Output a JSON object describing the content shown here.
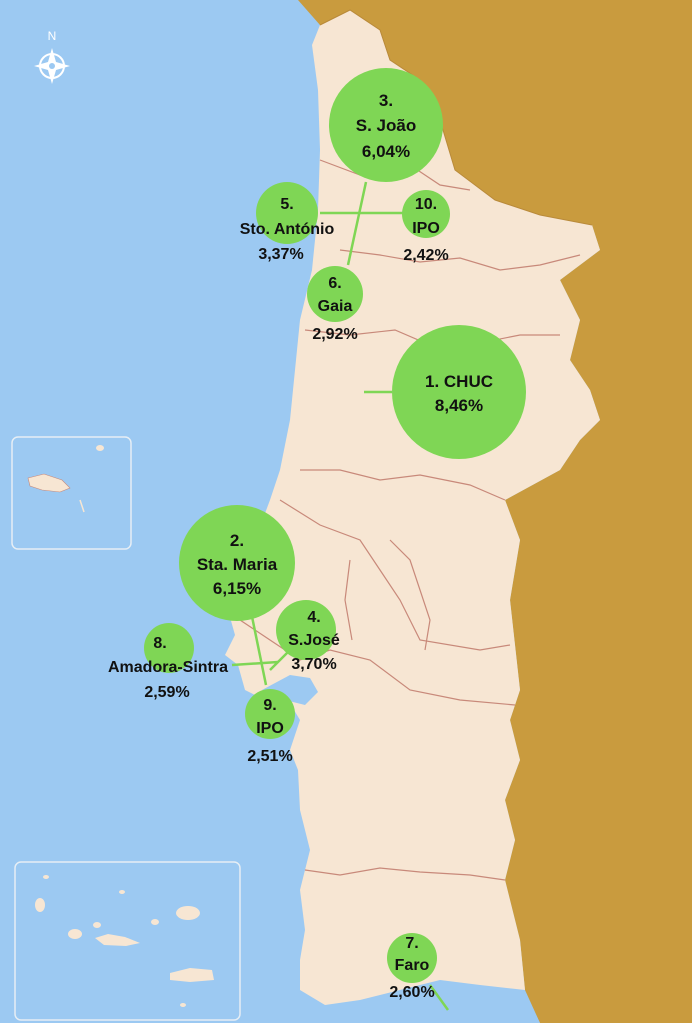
{
  "compass": {
    "north_label": "N",
    "icon": "compass-rose-icon"
  },
  "colors": {
    "sea": "#9cc9f2",
    "land_portugal": "#f7e6d3",
    "land_spain": "#c99b3e",
    "district_border": "#c8897a",
    "bubble": "#7fd655",
    "inset_frame": "#e6eef5"
  },
  "insets": {
    "madeira": "Madeira",
    "azores": "Açores"
  },
  "hospitals": [
    {
      "id": "chuc",
      "rank": "1. CHUC",
      "name": "",
      "pct": "8,46%",
      "share": 8.46
    },
    {
      "id": "sta-maria",
      "rank": "2.",
      "name": "Sta. Maria",
      "pct": "6,15%",
      "share": 6.15
    },
    {
      "id": "s-joao",
      "rank": "3.",
      "name": "S. João",
      "pct": "6,04%",
      "share": 6.04
    },
    {
      "id": "s-jose",
      "rank": "4.",
      "name": "S.José",
      "pct": "3,70%",
      "share": 3.7
    },
    {
      "id": "sto-antonio",
      "rank": "5.",
      "name": "Sto. António",
      "pct": "3,37%",
      "share": 3.37
    },
    {
      "id": "gaia",
      "rank": "6.",
      "name": "Gaia",
      "pct": "2,92%",
      "share": 2.92
    },
    {
      "id": "faro",
      "rank": "7.",
      "name": "Faro",
      "pct": "2,60%",
      "share": 2.6
    },
    {
      "id": "amadora-sintra",
      "rank": "8.",
      "name": "Amadora-Sintra",
      "pct": "2,59%",
      "share": 2.59
    },
    {
      "id": "ipo-lisboa",
      "rank": "9.",
      "name": "IPO",
      "pct": "2,51%",
      "share": 2.51
    },
    {
      "id": "ipo-porto",
      "rank": "10.",
      "name": "IPO",
      "pct": "2,42%",
      "share": 2.42
    }
  ]
}
